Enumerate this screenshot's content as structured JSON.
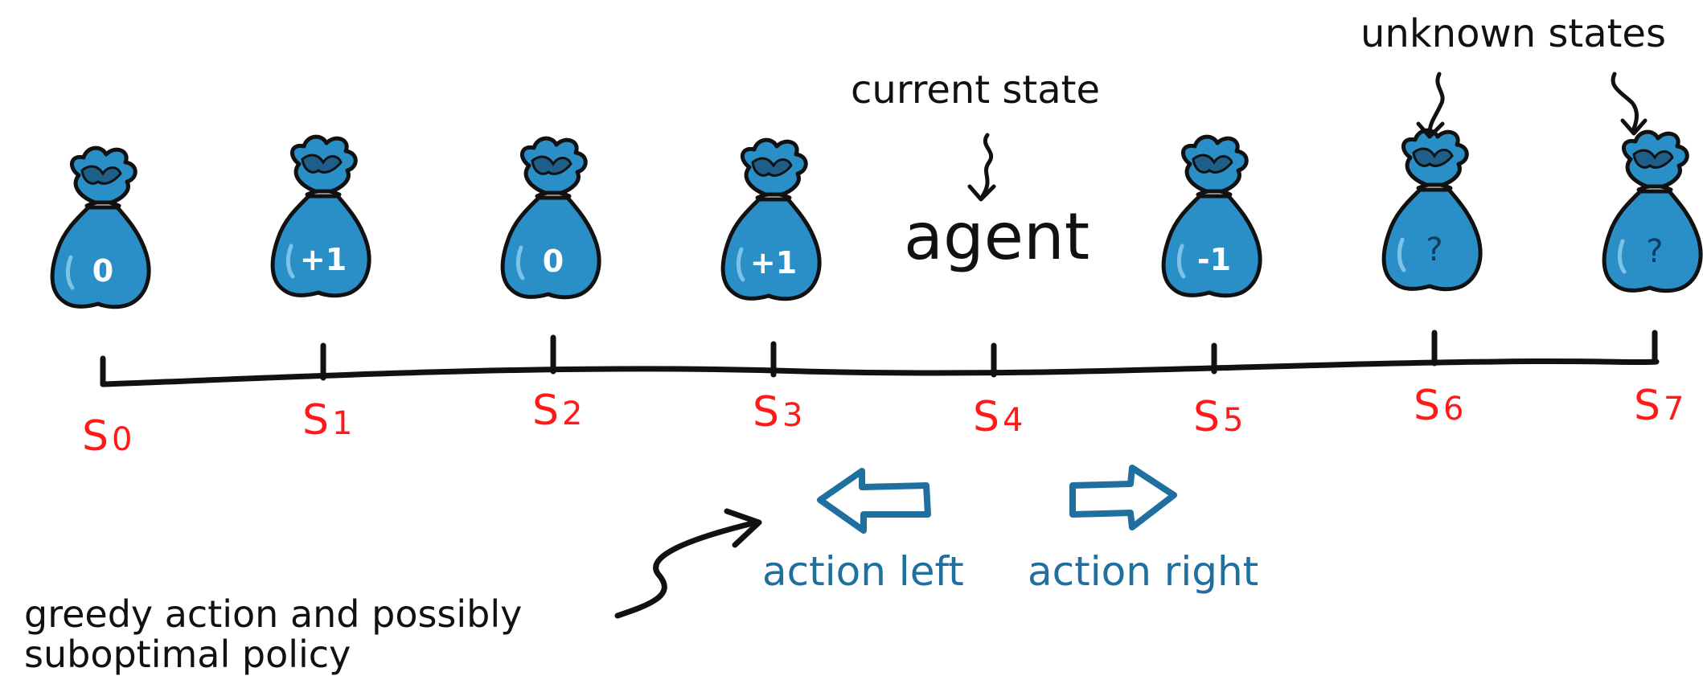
{
  "colors": {
    "bag_fill": "#2a8fc7",
    "bag_top": "#1d5f88",
    "outline": "#111111",
    "state_label": "#ff1a1a",
    "action": "#1f6f9f"
  },
  "states": [
    {
      "label": "S0",
      "reward": "0",
      "known": true
    },
    {
      "label": "S1",
      "reward": "+1",
      "known": true
    },
    {
      "label": "S2",
      "reward": "0",
      "known": true
    },
    {
      "label": "S3",
      "reward": "+1",
      "known": true
    },
    {
      "label": "S4",
      "reward": "",
      "known": true,
      "is_agent": true
    },
    {
      "label": "S5",
      "reward": "-1",
      "known": true
    },
    {
      "label": "S6",
      "reward": "?",
      "known": false
    },
    {
      "label": "S7",
      "reward": "?",
      "known": false
    }
  ],
  "annotations": {
    "current_state": "current state",
    "agent": "agent",
    "unknown_states": "unknown states",
    "greedy_line1": "greedy action and possibly",
    "greedy_line2": "suboptimal policy"
  },
  "actions": {
    "left": "action left",
    "right": "action right"
  }
}
